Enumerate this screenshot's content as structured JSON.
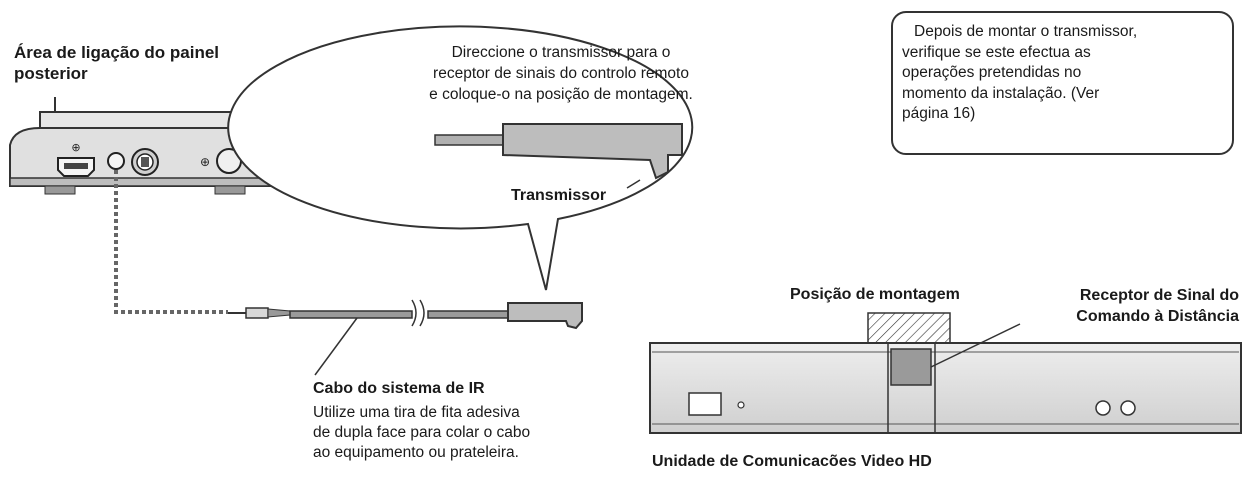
{
  "rear_panel": {
    "title_lines": [
      "Área de ligação do painel",
      "posterior"
    ]
  },
  "callout": {
    "lines": [
      "Direccione o transmissor para o",
      "receptor de sinais do controlo remoto",
      "e coloque-o na posição de montagem."
    ],
    "transmitter_label": "Transmissor"
  },
  "note": {
    "lines": [
      "Depois de montar o transmissor,",
      "verifique se este efectua as",
      "operações pretendidas no",
      "momento da instalação. (Ver",
      "página 16)"
    ]
  },
  "cable": {
    "title": "Cabo do sistema de IR",
    "description_lines": [
      "Utilize uma tira de fita adesiva",
      "de dupla face para colar o cabo",
      "ao equipamento ou prateleira."
    ]
  },
  "unit": {
    "mounting_label": "Posição de montagem",
    "receiver_label_lines": [
      "Receptor de Sinal do",
      "Comando à Distância"
    ],
    "name": "Unidade de Comunicacões Video HD"
  }
}
